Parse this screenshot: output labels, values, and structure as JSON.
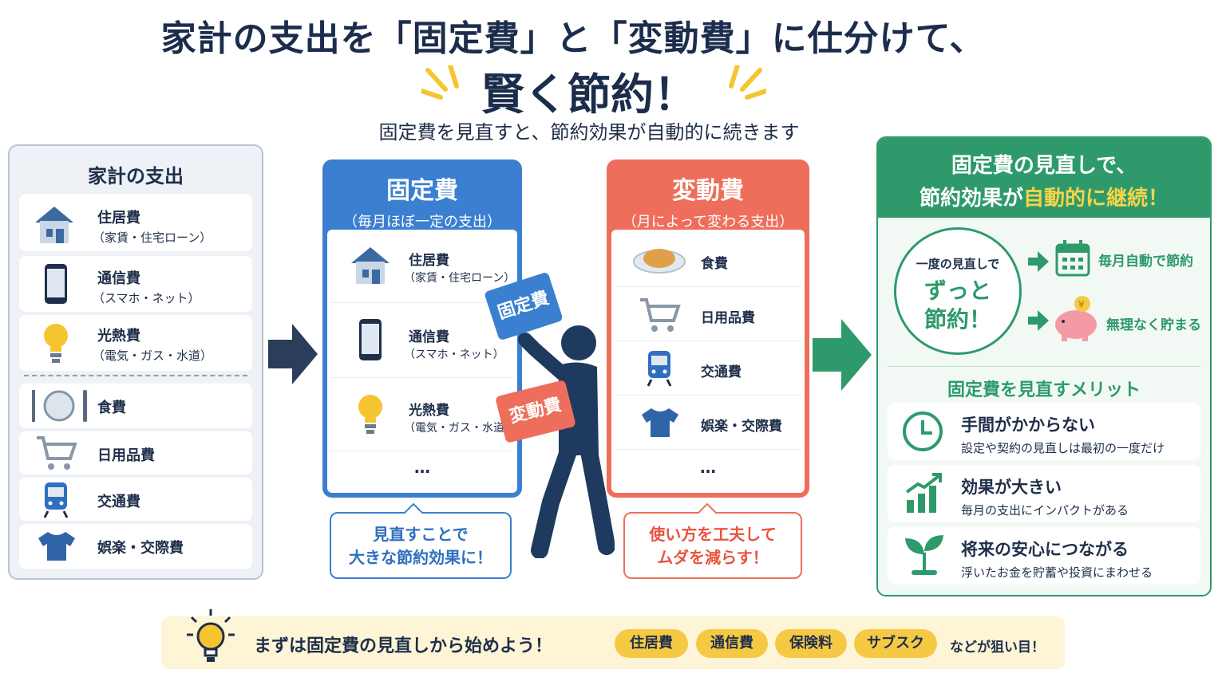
{
  "header": {
    "title_line1": "家計の支出を「固定費」と「変動費」に仕分けて、",
    "title_line2": "賢く節約！",
    "subtitle": "固定費を見直すと、節約効果が自動的に続きます"
  },
  "left_panel": {
    "title": "家計の支出",
    "items": [
      {
        "name": "住居費",
        "sub": "（家賃・住宅ローン）",
        "icon": "house-icon"
      },
      {
        "name": "通信費",
        "sub": "（スマホ・ネット）",
        "icon": "smartphone-icon"
      },
      {
        "name": "光熱費",
        "sub": "（電気・ガス・水道）",
        "icon": "lightbulb-icon"
      },
      {
        "name": "食費",
        "icon": "plate-icon"
      },
      {
        "name": "日用品費",
        "icon": "cart-icon"
      },
      {
        "name": "交通費",
        "icon": "train-icon"
      },
      {
        "name": "娯楽・交際費",
        "icon": "tshirt-icon"
      }
    ]
  },
  "fixed_column": {
    "title": "固定費",
    "subtitle": "（毎月ほぼ一定の支出）",
    "items": [
      {
        "name": "住居費",
        "sub": "（家賃・住宅ローン）"
      },
      {
        "name": "通信費",
        "sub": "（スマホ・ネット）"
      },
      {
        "name": "光熱費",
        "sub": "（電気・ガス・水道）"
      }
    ],
    "more": "…",
    "note_line1": "見直すことで",
    "note_line2": "大きな節約効果に！",
    "color": "#3a7fd0"
  },
  "sorter": {
    "fixed_sign": "固定費",
    "variable_sign": "変動費"
  },
  "variable_column": {
    "title": "変動費",
    "subtitle": "（月によって変わる支出）",
    "items": [
      "食費",
      "日用品費",
      "交通費",
      "娯楽・交際費"
    ],
    "more": "…",
    "note_line1": "使い方を工夫して",
    "note_line2": "ムダを減らす！",
    "color": "#ee6e5b"
  },
  "right_panel": {
    "header_line1": "固定費の見直しで、",
    "header_line2_a": "節約効果が",
    "header_line2_b": "自動的に継続",
    "header_line2_c": "！",
    "circle_top": "一度の見直しで",
    "circle_main1": "ずっと",
    "circle_main2": "節約！",
    "benefit1": "毎月自動で節約",
    "benefit2": "無理なく貯まる",
    "merits_title": "固定費を見直すメリット",
    "merits": [
      {
        "title": "手間がかからない",
        "sub": "設定や契約の見直しは最初の一度だけ",
        "icon": "clock-icon"
      },
      {
        "title": "効果が大きい",
        "sub": "毎月の支出にインパクトがある",
        "icon": "growth-chart-icon"
      },
      {
        "title": "将来の安心につながる",
        "sub": "浮いたお金を貯蓄や投資にまわせる",
        "icon": "sprout-icon"
      }
    ],
    "color": "#2e9a6c"
  },
  "footer": {
    "lead": "まずは固定費の見直しから始めよう！",
    "chips": [
      "住居費",
      "通信費",
      "保険料",
      "サブスク"
    ],
    "tail": "などが狙い目！"
  }
}
